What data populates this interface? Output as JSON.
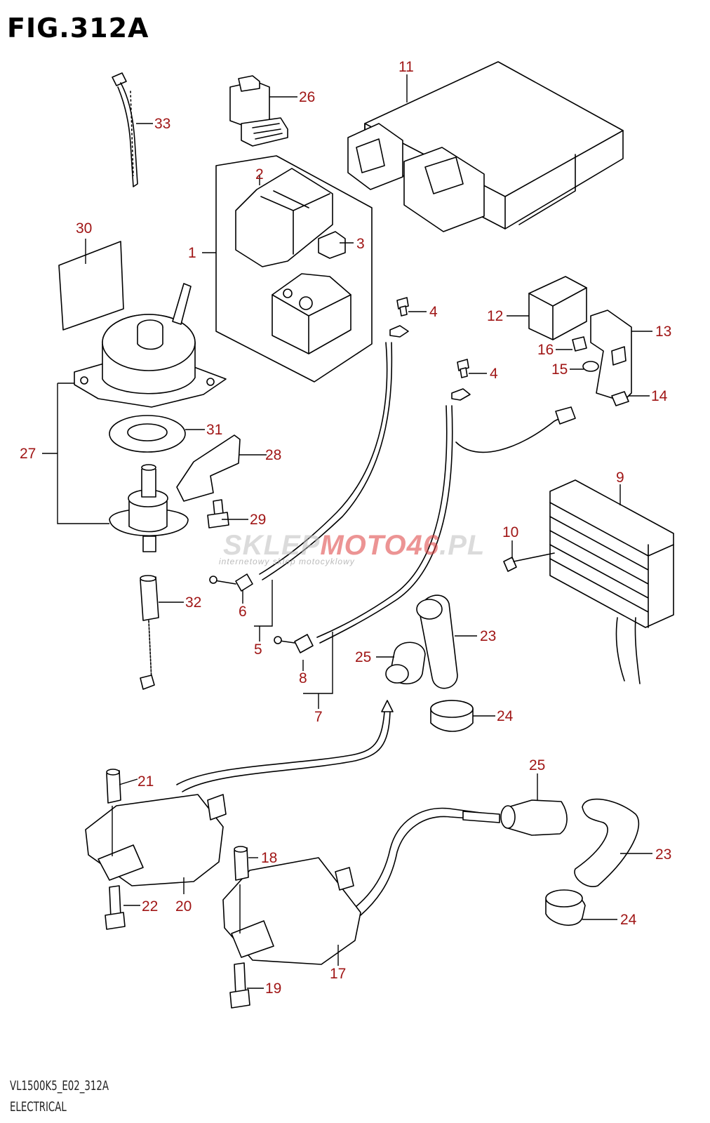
{
  "figure": {
    "title": "FIG.312A",
    "code": "VL1500K5_E02_312A",
    "section": "ELECTRICAL"
  },
  "watermark": {
    "brand_a": "SKLEP",
    "brand_b": "MOTO",
    "brand_c": "46",
    "brand_d": ".PL",
    "subtitle": "internetowy sklep motocyklowy"
  },
  "callouts": {
    "c1": "1",
    "c2": "2",
    "c3": "3",
    "c4a": "4",
    "c4b": "4",
    "c5": "5",
    "c6": "6",
    "c7": "7",
    "c8": "8",
    "c9": "9",
    "c10": "10",
    "c11": "11",
    "c12": "12",
    "c13": "13",
    "c14": "14",
    "c15": "15",
    "c16": "16",
    "c17": "17",
    "c18": "18",
    "c19": "19",
    "c20": "20",
    "c21": "21",
    "c22": "22",
    "c23a": "23",
    "c23b": "23",
    "c24a": "24",
    "c24b": "24",
    "c25a": "25",
    "c25b": "25",
    "c26": "26",
    "c27": "27",
    "c28": "28",
    "c29": "29",
    "c30": "30",
    "c31": "31",
    "c32": "32",
    "c33": "33"
  }
}
